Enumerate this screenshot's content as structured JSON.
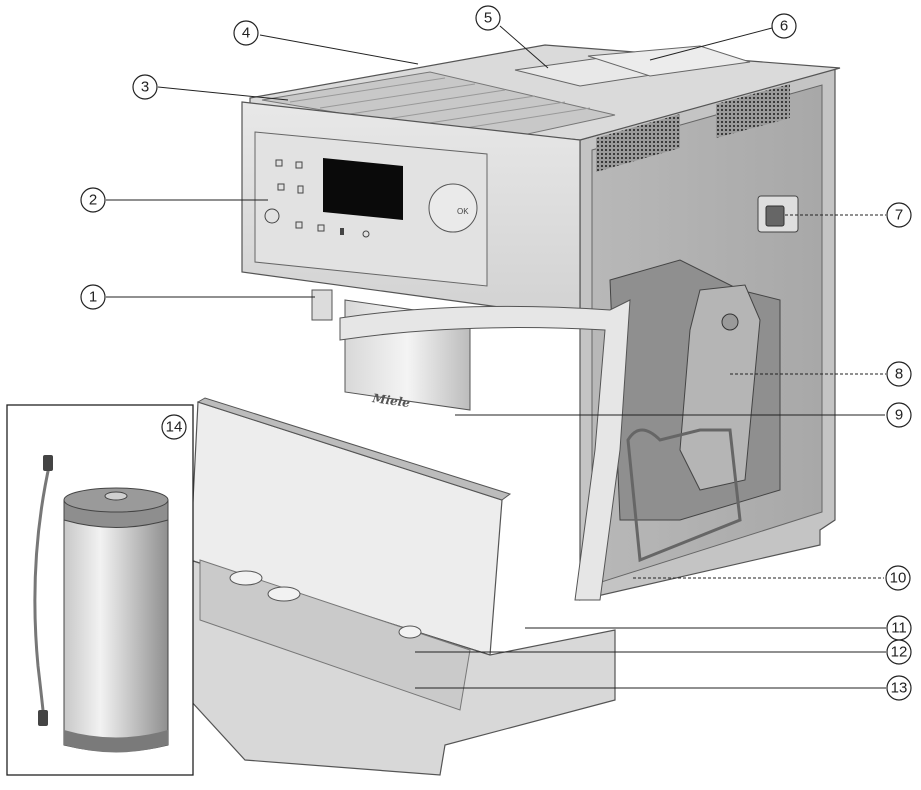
{
  "brand": "Miele",
  "control_panel": {
    "ok_label": "OK"
  },
  "callouts": [
    {
      "id": "1",
      "label": "1"
    },
    {
      "id": "2",
      "label": "2"
    },
    {
      "id": "3",
      "label": "3"
    },
    {
      "id": "4",
      "label": "4"
    },
    {
      "id": "5",
      "label": "5"
    },
    {
      "id": "6",
      "label": "6"
    },
    {
      "id": "7",
      "label": "7"
    },
    {
      "id": "8",
      "label": "8"
    },
    {
      "id": "9",
      "label": "9"
    },
    {
      "id": "10",
      "label": "10"
    },
    {
      "id": "11",
      "label": "11"
    },
    {
      "id": "12",
      "label": "12"
    },
    {
      "id": "13",
      "label": "13"
    },
    {
      "id": "14",
      "label": "14"
    }
  ],
  "colors": {
    "body_light": "#e6e6e6",
    "body_mid": "#cfcfcf",
    "body_dark": "#9e9e9e",
    "display": "#0a0a0a"
  }
}
